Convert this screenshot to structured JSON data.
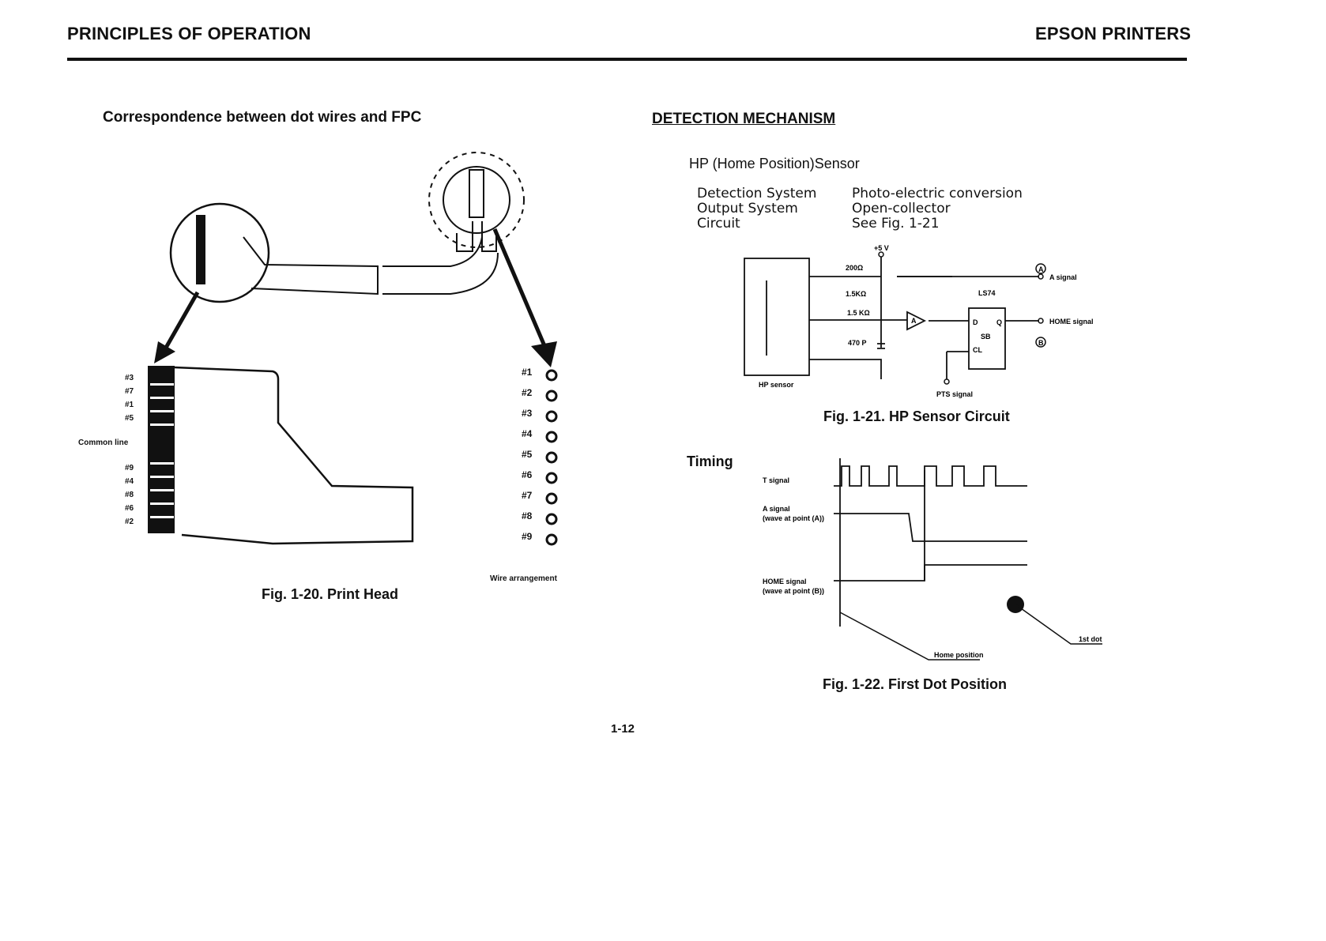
{
  "header": {
    "left": "PRINCIPLES OF OPERATION",
    "right": "EPSON PRINTERS"
  },
  "left": {
    "title": "Correspondence between dot wires and FPC",
    "fpc_labels": [
      "#3",
      "#7",
      "#1",
      "#5",
      "Common line",
      "#9",
      "#4",
      "#8",
      "#6",
      "#2"
    ],
    "wire_labels": [
      "#1",
      "#2",
      "#3",
      "#4",
      "#5",
      "#6",
      "#7",
      "#8",
      "#9"
    ],
    "wire_arrangement_label": "Wire arrangement",
    "caption": "Fig. 1-20.  Print Head"
  },
  "right": {
    "title": "DETECTION MECHANISM",
    "hp_title": "HP (Home Position)Sensor",
    "spec": {
      "labels": [
        "Detection System",
        "Output System",
        "Circuit"
      ],
      "values": [
        "Photo-electric conversion",
        "Open-collector",
        "See Fig. 1-21"
      ]
    },
    "circuit": {
      "vcc": "+5 V",
      "r1": "200Ω",
      "r2": "1.5KΩ",
      "r3": "1.5 KΩ",
      "cap": "470 P",
      "ic": "LS74",
      "ff_d": "D",
      "ff_q": "Q",
      "ff_sb": "SB",
      "ff_cl": "CL",
      "point_a": "A",
      "point_b": "B",
      "a_signal": "A signal",
      "home_signal": "HOME signal",
      "hp_sensor": "HP sensor",
      "pts_signal": "PTS signal",
      "inverter": "A"
    },
    "caption_21": "Fig. 1-21.  HP Sensor Circuit",
    "timing": {
      "title": "Timing",
      "t_signal": "T signal",
      "a_signal_1": "A signal",
      "a_signal_2": "(wave at point (A))",
      "home_signal_1": "HOME signal",
      "home_signal_2": "(wave at point (B))",
      "home_position": "Home position",
      "first_dot": "1st dot"
    },
    "caption_22": "Fig. 1-22.  First Dot Position"
  },
  "page_number": "1-12"
}
